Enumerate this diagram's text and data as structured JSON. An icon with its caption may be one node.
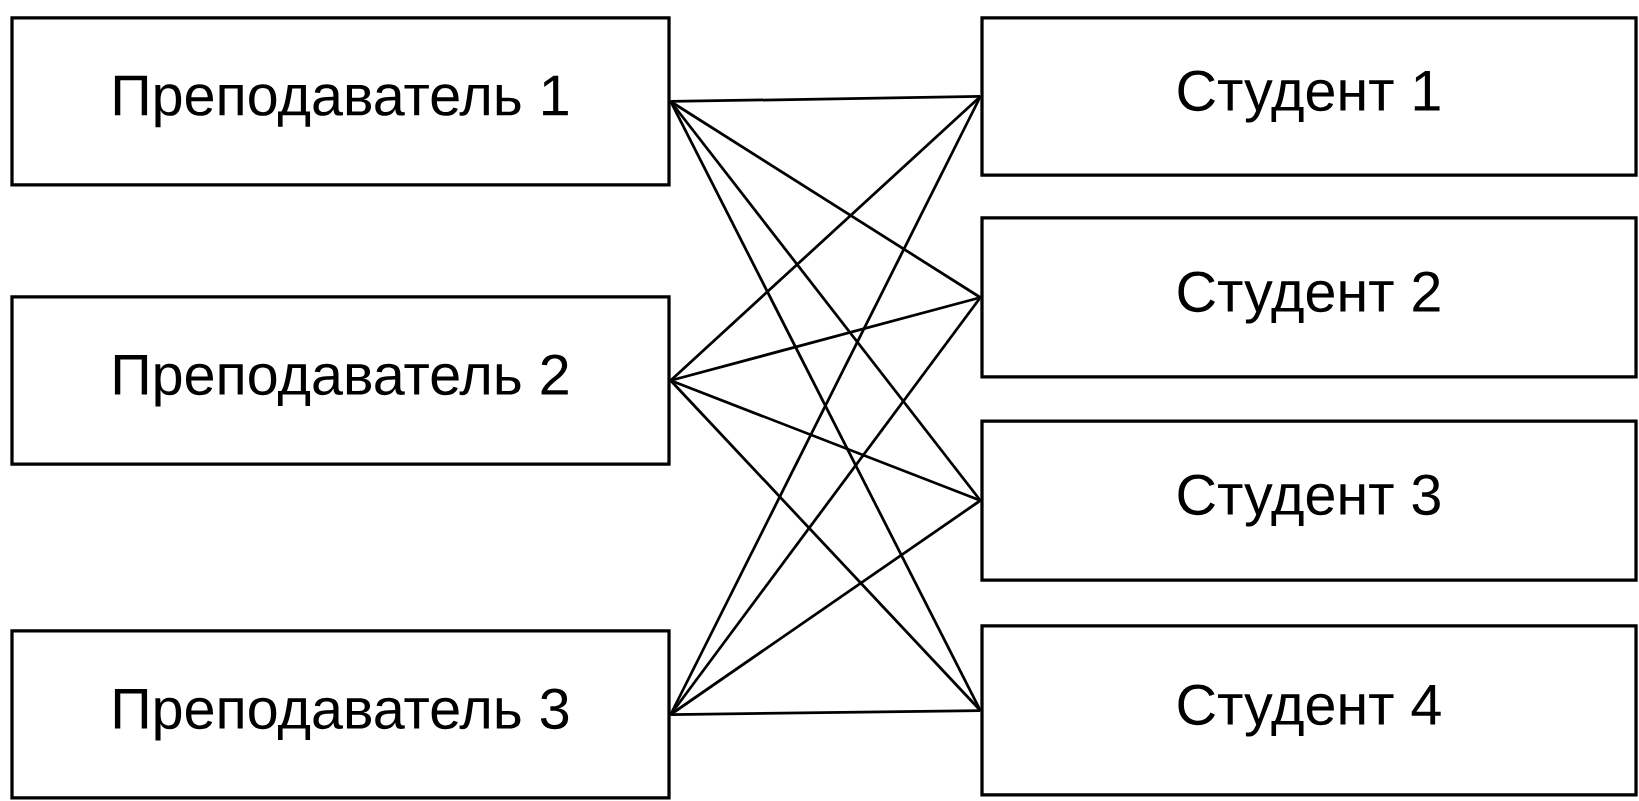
{
  "diagram": {
    "nodes": [
      {
        "text": [
          "Преподаватель 1"
        ]
      },
      {
        "text": [
          "Преподаватель 2"
        ]
      },
      {
        "text": [
          "Преподаватель 3"
        ]
      },
      {
        "text": [
          "Студент 1"
        ]
      },
      {
        "text": [
          "Студент 2"
        ]
      },
      {
        "text": [
          "Студент 3"
        ]
      },
      {
        "text": [
          "Студент 4"
        ]
      }
    ],
    "edges": [
      {
        "from": 0,
        "to": 3,
        "arrow": "none"
      },
      {
        "from": 0,
        "to": 4,
        "arrow": "none"
      },
      {
        "from": 0,
        "to": 5,
        "arrow": "none"
      },
      {
        "from": 0,
        "to": 6,
        "arrow": "none"
      },
      {
        "from": 1,
        "to": 3,
        "arrow": "none"
      },
      {
        "from": 1,
        "to": 4,
        "arrow": "none"
      },
      {
        "from": 1,
        "to": 5,
        "arrow": "none"
      },
      {
        "from": 1,
        "to": 6,
        "arrow": "none"
      },
      {
        "from": 2,
        "to": 3,
        "arrow": "none"
      },
      {
        "from": 2,
        "to": 4,
        "arrow": "none"
      },
      {
        "from": 2,
        "to": 5,
        "arrow": "none"
      },
      {
        "from": 2,
        "to": 6,
        "arrow": "none"
      }
    ]
  }
}
